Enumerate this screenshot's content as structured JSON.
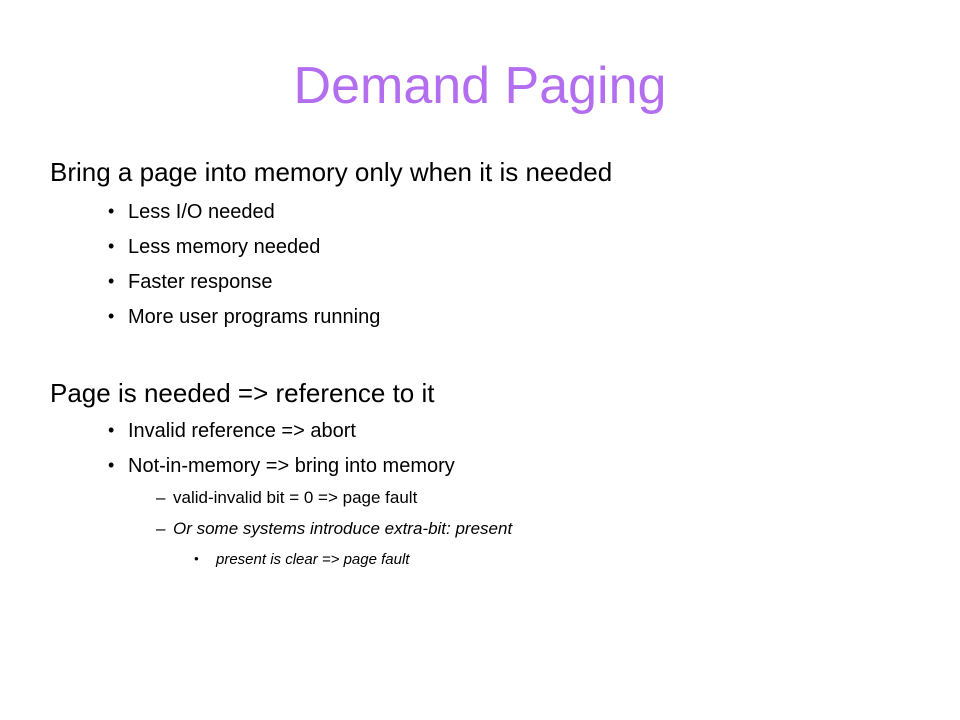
{
  "title": "Demand Paging",
  "colors": {
    "title": "#b36ef0",
    "text": "#000000",
    "background": "#ffffff"
  },
  "sections": [
    {
      "heading": "Bring a page into memory only when it is needed",
      "bullets": [
        "Less I/O needed",
        "Less memory needed",
        "Faster response",
        "More user programs running"
      ]
    },
    {
      "heading": "Page is needed => reference to it",
      "bullets": [
        "Invalid reference => abort",
        "Not-in-memory => bring into memory"
      ],
      "sub_items": [
        "valid-invalid bit = 0 => page fault",
        "Or some systems introduce extra-bit: present"
      ],
      "sub_sub_items": [
        "present is clear => page fault"
      ]
    }
  ],
  "markers": {
    "bullet": "•",
    "dash": "–"
  }
}
